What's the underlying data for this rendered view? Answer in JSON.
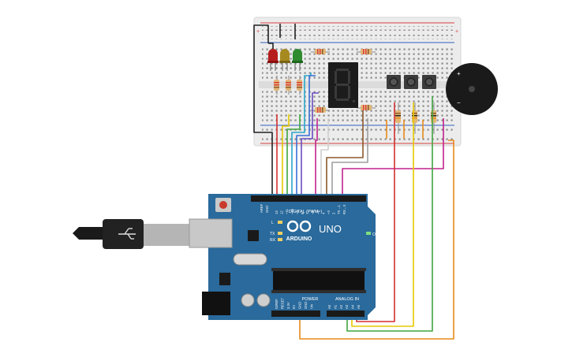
{
  "board": {
    "brand": "ARDUINO",
    "model": "UNO",
    "digital_label": "DIGITAL (PWM~)",
    "power_label": "POWER",
    "analog_label": "ANALOG IN",
    "on_label": "ON",
    "l_label": "L",
    "tx_label": "TX",
    "rx_label": "RX",
    "aref": "AREF",
    "gnd": "GND",
    "digital_pins": [
      "13",
      "12",
      "~11",
      "~10",
      "~9",
      "8",
      "7",
      "~6",
      "~5",
      "4",
      "~3",
      "2",
      "TX→1",
      "RX←0"
    ],
    "power_pins": [
      "IOREF",
      "RESET",
      "3.3V",
      "5V",
      "GND",
      "GND",
      "Vin"
    ],
    "analog_pins": [
      "A0",
      "A1",
      "A2",
      "A3",
      "A4",
      "A5"
    ]
  },
  "buzzer": {
    "plus": "+",
    "minus": "−"
  },
  "breadboard": {
    "rail_plus": "+",
    "rail_minus": "−"
  },
  "colors": {
    "board": "#2a6a9c",
    "breadboard": "#ececec",
    "wire_red": "#d32f2f",
    "wire_yellow": "#e6c800",
    "wire_green": "#3fa53f",
    "wire_orange": "#e88a1a",
    "wire_magenta": "#c2228c",
    "wire_blue": "#3a6fd6",
    "wire_cyan": "#2aa7c9",
    "wire_black": "#222222",
    "wire_brown": "#8a5a2b",
    "wire_gray": "#9e9e9e",
    "led_red": "#b71c1c",
    "led_yellow": "#a68a1f",
    "led_green": "#2e8b2e"
  }
}
